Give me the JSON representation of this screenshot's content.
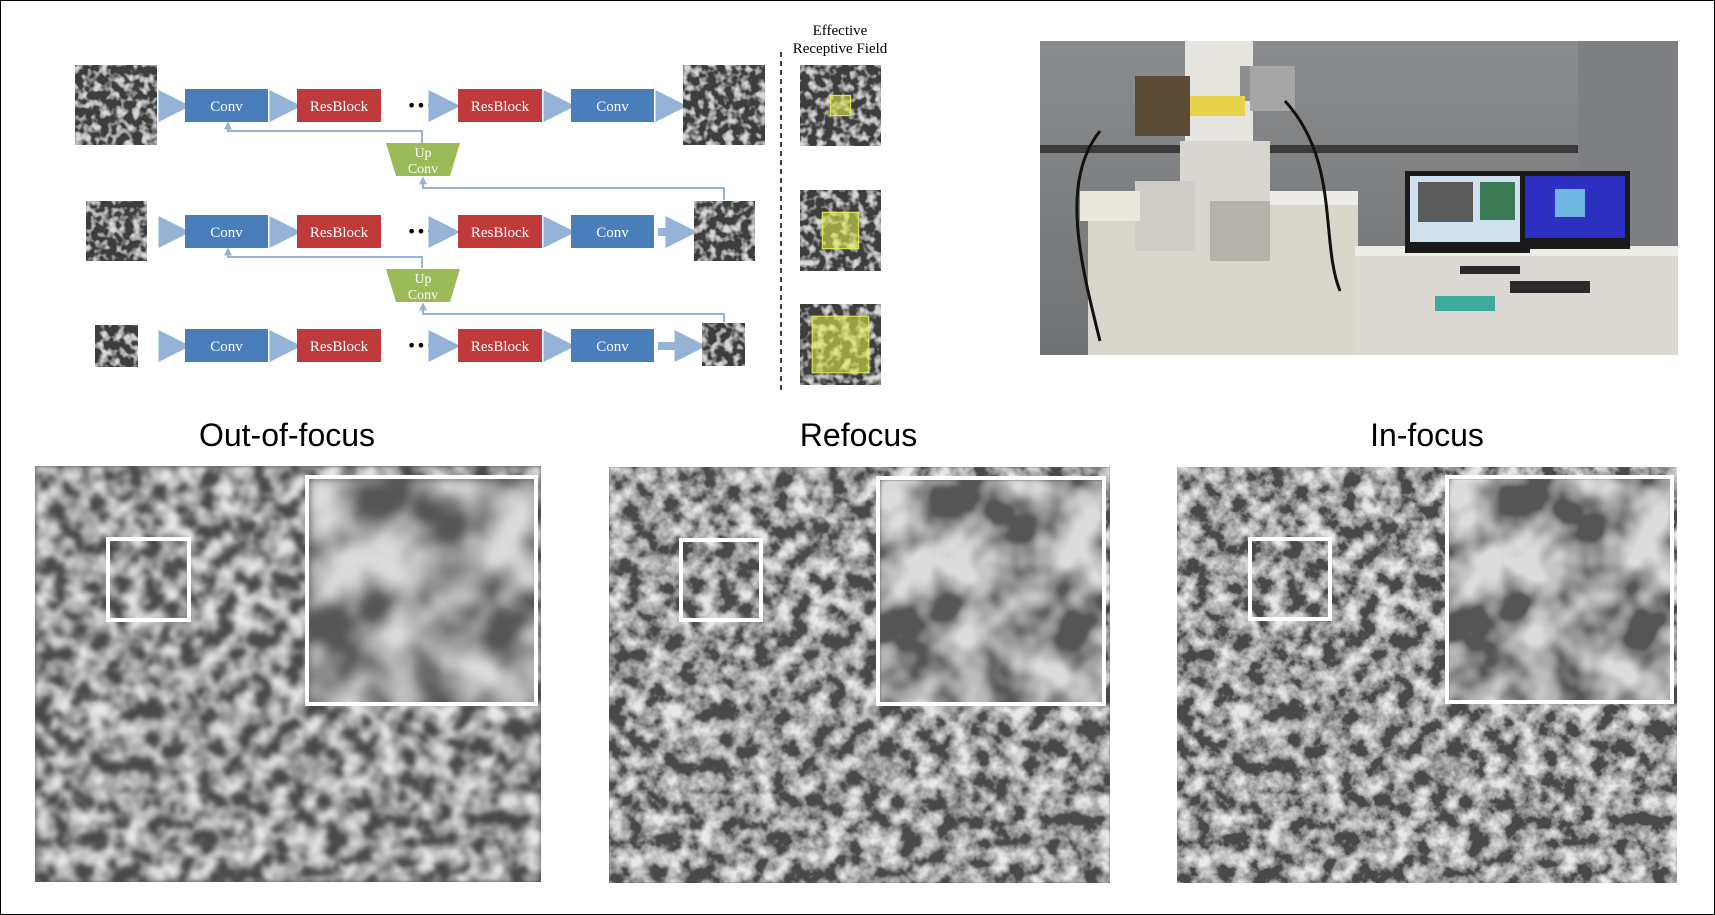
{
  "diagram": {
    "block_labels": {
      "conv": "Conv",
      "resblock": "ResBlock",
      "ellipsis": "•••",
      "upconv_line1": "Up",
      "upconv_line2": "Conv"
    },
    "receptive_field_title_line1": "Effective",
    "receptive_field_title_line2": "Receptive Field",
    "rows": [
      {
        "id": "scale-full"
      },
      {
        "id": "scale-half"
      },
      {
        "id": "scale-quarter"
      }
    ],
    "receptive_field_levels": [
      0.25,
      0.45,
      0.7
    ]
  },
  "comparison": {
    "panels": [
      {
        "id": "out-of-focus",
        "label": "Out-of-focus",
        "blur": 2.2
      },
      {
        "id": "refocus",
        "label": "Refocus",
        "blur": 0.6
      },
      {
        "id": "in-focus",
        "label": "In-focus",
        "blur": 0.2
      }
    ]
  },
  "colors": {
    "conv": "#4a7ebb",
    "resblock": "#c0393b",
    "upconv": "#9bbb59",
    "arrow": "#95b3d7",
    "highlight": "#e6f04a"
  },
  "icons": {
    "sem_photo": "microscope-lab-photo"
  }
}
